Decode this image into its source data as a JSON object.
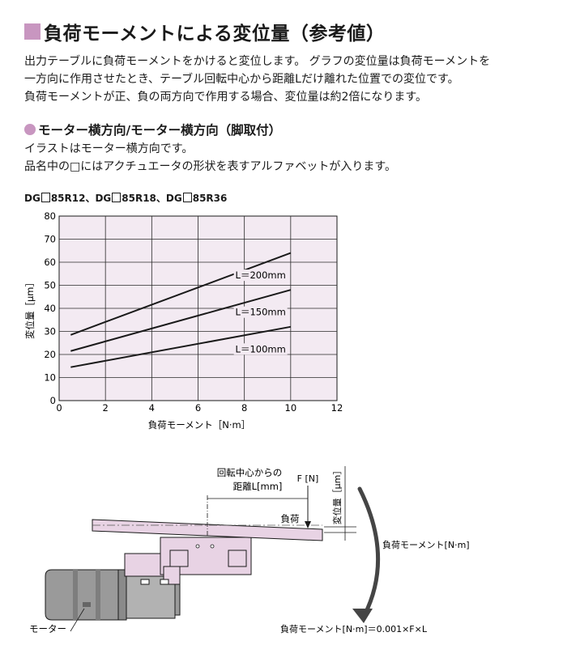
{
  "heading": {
    "title": "負荷モーメントによる変位量（参考値）",
    "square_color": "#c896c0"
  },
  "intro": {
    "lines": [
      "出力テーブルに負荷モーメントをかけると変位します。 グラフの変位量は負荷モーメントを",
      "一方向に作用させたとき、テーブル回転中心から距離Lだけ離れた位置での変位です。",
      "負荷モーメントが正、負の両方向で作用する場合、変位量は約2倍になります。"
    ]
  },
  "section": {
    "title": "モーター横方向/モーター横方向（脚取付）",
    "dot_color": "#c896c0",
    "lines": [
      "イラストはモーター横方向です。",
      "品名中の□にはアクチュエータの形状を表すアルファベットが入ります。"
    ]
  },
  "models": {
    "parts": [
      "DG",
      "85R12、DG",
      "85R18、DG",
      "85R36"
    ]
  },
  "chart_data": {
    "type": "line",
    "xlabel": "負荷モーメント［N·m］",
    "ylabel": "変位量［μm］",
    "xlim": [
      0,
      12
    ],
    "ylim": [
      0,
      80
    ],
    "xticks": [
      0,
      2,
      4,
      6,
      8,
      10,
      12
    ],
    "yticks": [
      0,
      10,
      20,
      30,
      40,
      50,
      60,
      70,
      80
    ],
    "grid": true,
    "background": "#f3eaf2",
    "series": [
      {
        "name": "L＝200mm",
        "x": [
          0.5,
          10
        ],
        "y": [
          28.5,
          64
        ]
      },
      {
        "name": "L＝150mm",
        "x": [
          0.5,
          10
        ],
        "y": [
          21.5,
          48
        ]
      },
      {
        "name": "L＝100mm",
        "x": [
          0.5,
          10
        ],
        "y": [
          14.5,
          32
        ]
      }
    ]
  },
  "diagram": {
    "distance_label_1": "回転中心からの",
    "distance_label_2": "距離L[mm]",
    "force_label": "F [N]",
    "load_label": "負荷",
    "displacement_label": "変位量［μm］",
    "moment_label": "負荷モーメント[N·m]",
    "motor_label": "モーター",
    "formula": "負荷モーメント[N·m]＝0.001×F×L",
    "table_color": "#e8d3e4"
  }
}
